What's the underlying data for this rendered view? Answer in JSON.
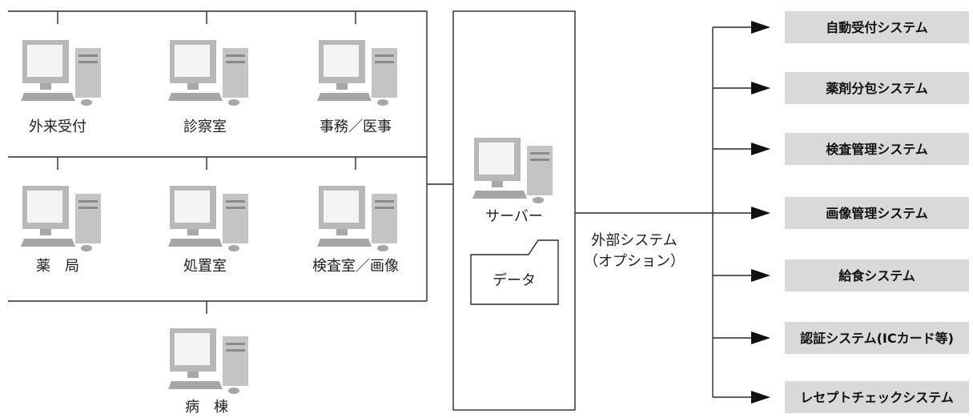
{
  "terminals": {
    "reception": "外来受付",
    "exam_room": "診察室",
    "admin": "事務／医事",
    "pharmacy": "薬　局",
    "treatment": "処置室",
    "lab_imaging": "検査室／画像",
    "ward": "病　棟"
  },
  "server": {
    "label": "サーバー",
    "data_folder_label": "データ"
  },
  "external": {
    "label_line1": "外部システム",
    "label_line2": "（オプション）"
  },
  "systems": [
    {
      "label": "自動受付システム"
    },
    {
      "label": "薬剤分包システム"
    },
    {
      "label": "検査管理システム"
    },
    {
      "label": "画像管理システム"
    },
    {
      "label": "給食システム"
    },
    {
      "label": "認証システム(ICカード等)"
    },
    {
      "label": "レセプトチェックシステム"
    }
  ],
  "colors": {
    "system_box": "#d9d9d9",
    "monitor": "#b3b3b3",
    "monitor_screen": "#f2f2f2",
    "line": "#2a2a2a"
  },
  "icons": [
    "computer-icon",
    "folder-icon",
    "arrow-icon"
  ]
}
